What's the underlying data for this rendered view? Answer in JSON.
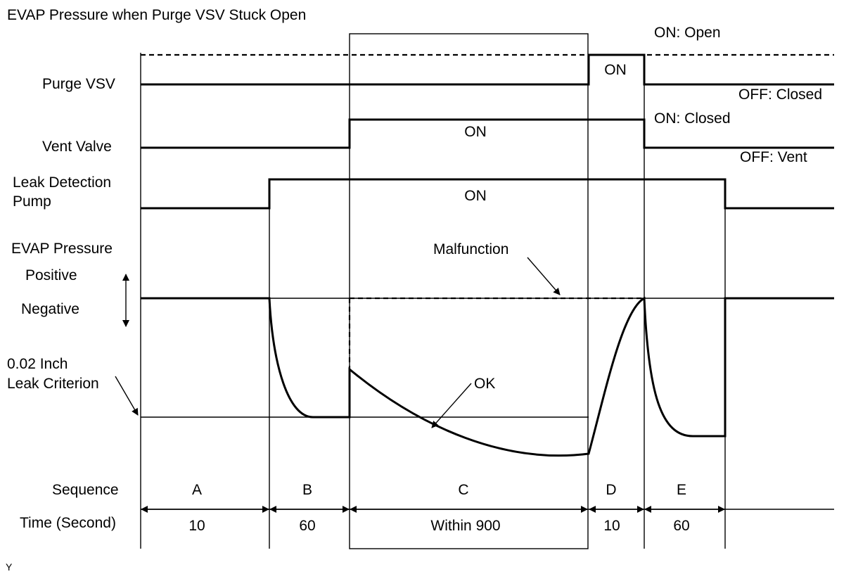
{
  "title": "EVAP Pressure when Purge VSV Stuck Open",
  "signals": {
    "purge_vsv": {
      "label": "Purge VSV",
      "on_label": "ON: Open",
      "off_label": "OFF: Closed",
      "pulse_label": "ON"
    },
    "vent_valve": {
      "label": "Vent Valve",
      "on_label": "ON: Closed",
      "off_label": "OFF: Vent",
      "pulse_label": "ON"
    },
    "leak_pump": {
      "label_line1": "Leak Detection",
      "label_line2": "Pump",
      "pulse_label": "ON"
    }
  },
  "pressure": {
    "label": "EVAP Pressure",
    "positive_label": "Positive",
    "negative_label": "Negative",
    "criterion_line1": "0.02 Inch",
    "criterion_line2": "Leak Criterion",
    "malfunction_label": "Malfunction",
    "ok_label": "OK"
  },
  "sequence": {
    "label": "Sequence",
    "time_label": "Time (Second)",
    "steps": [
      {
        "name": "A",
        "time": "10"
      },
      {
        "name": "B",
        "time": "60"
      },
      {
        "name": "C",
        "time": "Within 900"
      },
      {
        "name": "D",
        "time": "10"
      },
      {
        "name": "E",
        "time": "60"
      }
    ]
  },
  "footnote": "Y",
  "colors": {
    "line": "#000000",
    "background": "#ffffff"
  }
}
